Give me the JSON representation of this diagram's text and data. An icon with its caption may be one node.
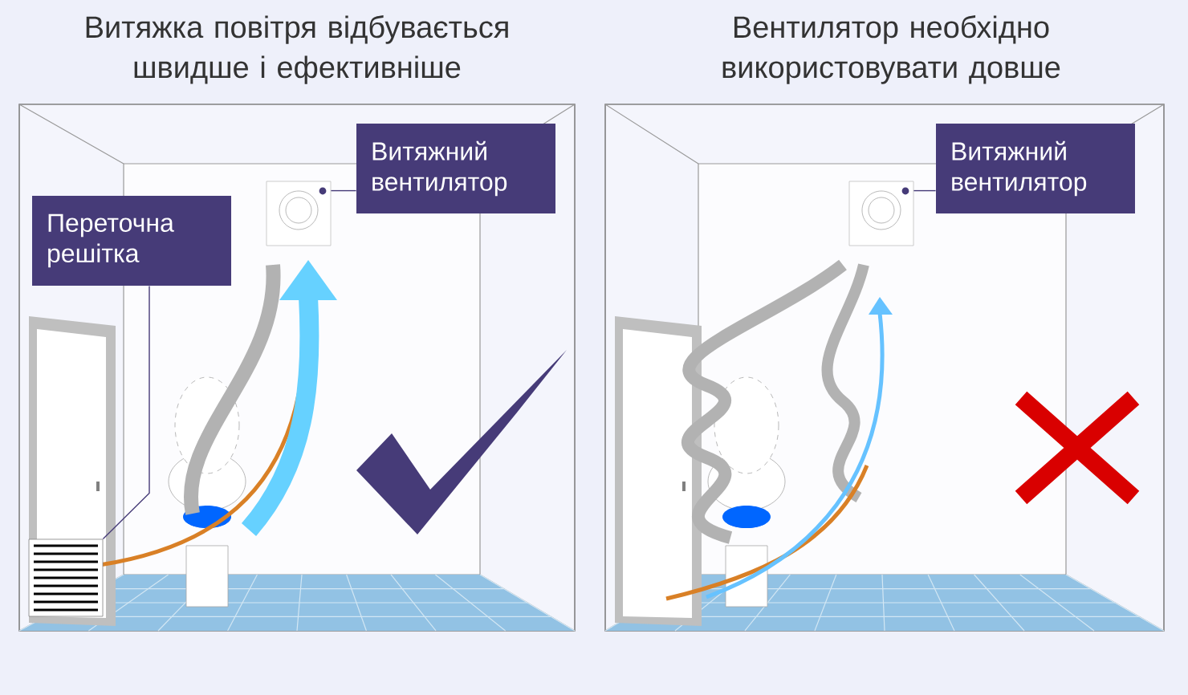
{
  "diagram": {
    "nodes": [
      {
        "text": [
          "Витяжний вентилятор"
        ]
      },
      {
        "text": [],
        "shape": "picture"
      },
      {
        "text": [
          "Переточна решітка"
        ]
      },
      {
        "text": [],
        "shape": "picture"
      },
      {
        "text": [
          "Витяжний вентилятор"
        ]
      },
      {
        "text": [],
        "shape": "picture"
      }
    ],
    "edges": [
      {
        "from": 0,
        "to": 1,
        "arrow": "none"
      },
      {
        "from": 2,
        "to": 3,
        "arrow": "none"
      },
      {
        "from": 4,
        "to": 5,
        "arrow": "none"
      }
    ],
    "labels": [
      "Витяжка повітря відбувається швидше і ефективніше",
      "Вентилятор необхідно використовувати довше"
    ]
  }
}
